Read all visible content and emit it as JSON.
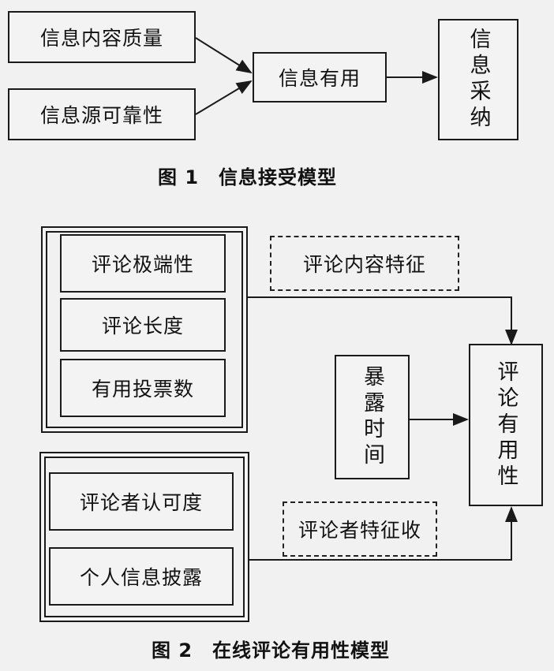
{
  "figure1": {
    "caption": "图 1　信息接受模型",
    "nodes": {
      "content_quality": "信息内容质量",
      "source_reliability": "信息源可靠性",
      "usefulness": "信息有用",
      "adoption": "信息采纳"
    }
  },
  "figure2": {
    "caption": "图 2　在线评论有用性模型",
    "nodes": {
      "extremity": "评论极端性",
      "length": "评论长度",
      "votes": "有用投票数",
      "content_features": "评论内容特征",
      "exposure_time": "暴露时间",
      "helpfulness": "评论有用性",
      "reviewer_recognition": "评论者认可度",
      "disclosure": "个人信息披露",
      "reviewer_features": "评论者特征收"
    }
  },
  "colors": {
    "line": "#1a1a1a",
    "background": "#f1f1f1"
  }
}
